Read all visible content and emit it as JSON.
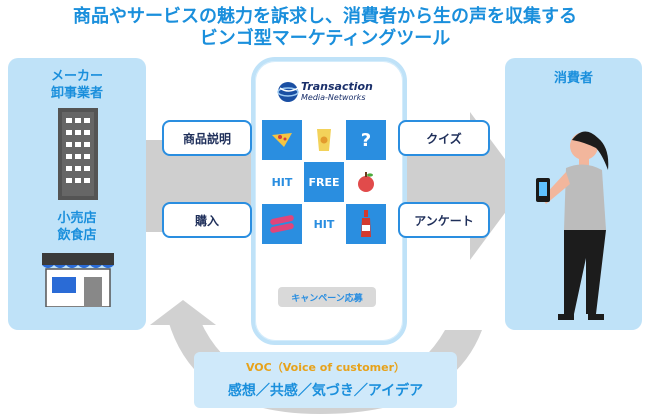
{
  "header": {
    "title_line1": "商品やサービスの魅力を訴求し、消費者から生の声を収集する",
    "title_line2": "ビンゴ型マーケティングツール"
  },
  "left_panel": {
    "top_label_line1": "メーカー",
    "top_label_line2": "卸事業者",
    "bottom_label_line1": "小売店",
    "bottom_label_line2": "飲食店"
  },
  "right_panel": {
    "label": "消費者"
  },
  "phone": {
    "logo_line1": "Transaction",
    "logo_line2": "Media-Networks",
    "bingo": {
      "cells": [
        {
          "text": "",
          "icon": "pizza-icon",
          "style": "blue"
        },
        {
          "text": "",
          "icon": "chips-bag-icon",
          "style": "white"
        },
        {
          "text": "?",
          "icon": "",
          "style": "blue"
        },
        {
          "text": "HIT",
          "icon": "",
          "style": "white"
        },
        {
          "text": "FREE",
          "icon": "",
          "style": "blue"
        },
        {
          "text": "",
          "icon": "apple-icon",
          "style": "white"
        },
        {
          "text": "",
          "icon": "candy-icon",
          "style": "blue"
        },
        {
          "text": "HIT",
          "icon": "",
          "style": "white"
        },
        {
          "text": "",
          "icon": "sauce-bottle-icon",
          "style": "blue"
        }
      ]
    },
    "campaign_button": "キャンペーン応募"
  },
  "callouts": {
    "product_description": "商品説明",
    "purchase": "購入",
    "quiz": "クイズ",
    "survey": "アンケート"
  },
  "voc": {
    "subtitle": "VOC（Voice of customer）",
    "main": "感想／共感／気づき／アイデア"
  },
  "colors": {
    "accent": "#1a8fdc",
    "panel": "#bfe2f8",
    "voc_sub": "#e7a21a",
    "arrow": "#c7c7c7"
  }
}
